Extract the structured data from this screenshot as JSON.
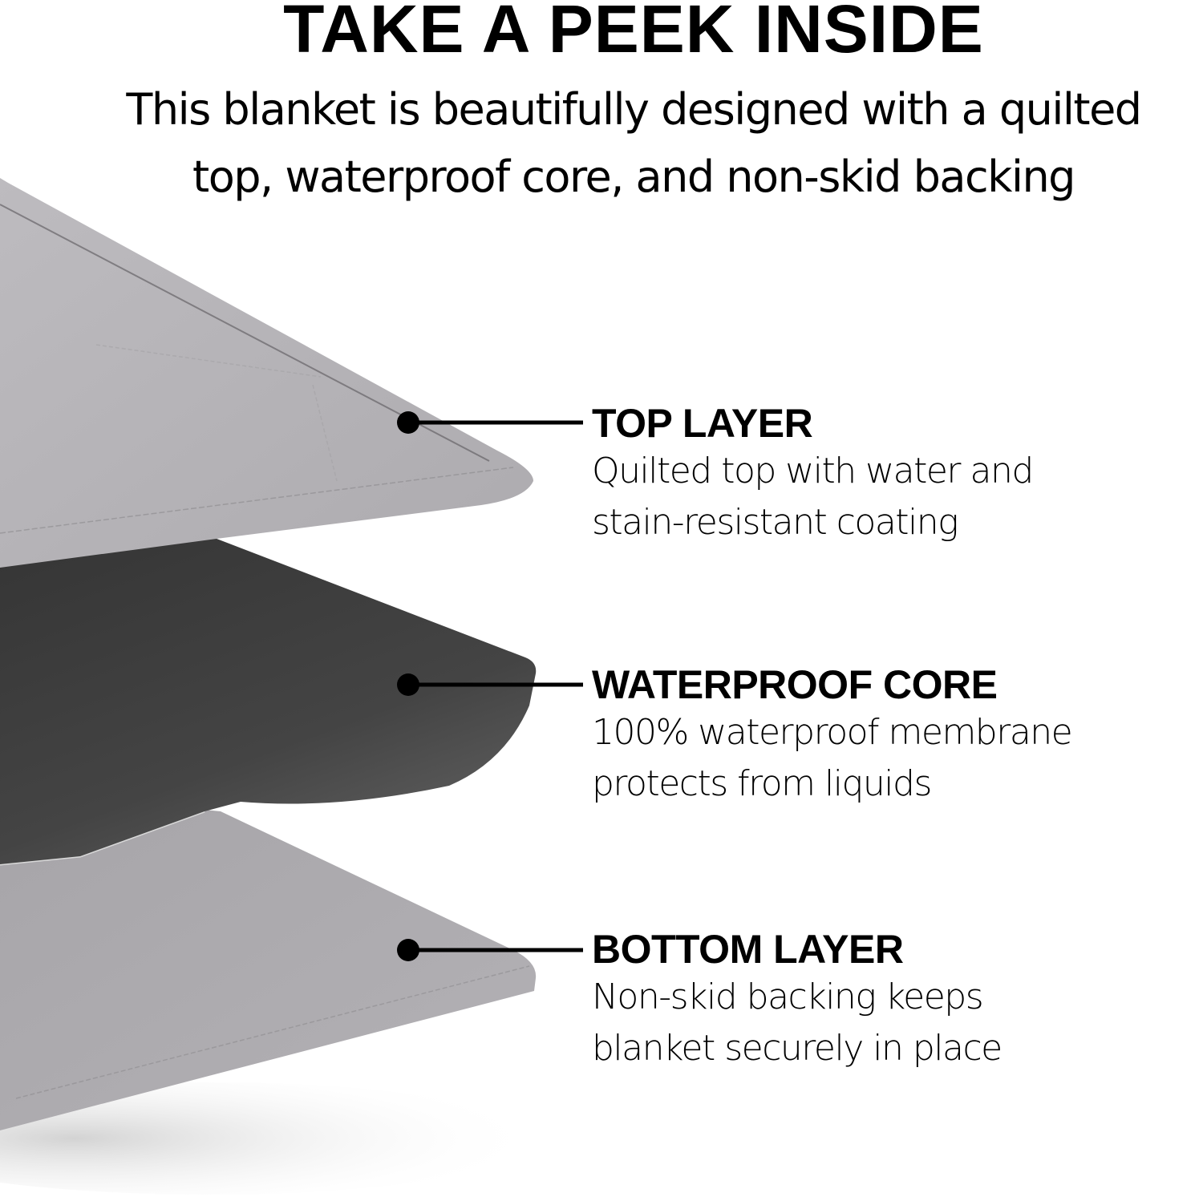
{
  "header": {
    "title": "TAKE A PEEK INSIDE",
    "subtitle_line1": "This blanket is beautifully designed with a quilted",
    "subtitle_line2": "top, waterproof core, and non-skid backing"
  },
  "colors": {
    "background": "#ffffff",
    "text": "#000000",
    "top_layer": "#b6b4b8",
    "core_layer": "#3f3f3f",
    "bottom_layer": "#afadb1",
    "leader": "#000000"
  },
  "layers": [
    {
      "id": "top",
      "icon": "bullet-dot-icon",
      "heading": "TOP LAYER",
      "desc_line1": "Quilted top with water and",
      "desc_line2": "stain-resistant coating"
    },
    {
      "id": "core",
      "icon": "bullet-dot-icon",
      "heading": "WATERPROOF CORE",
      "desc_line1": "100% waterproof membrane",
      "desc_line2": "protects from liquids"
    },
    {
      "id": "bottom",
      "icon": "bullet-dot-icon",
      "heading": "BOTTOM LAYER",
      "desc_line1": "Non-skid backing keeps",
      "desc_line2": "blanket securely in place"
    }
  ]
}
